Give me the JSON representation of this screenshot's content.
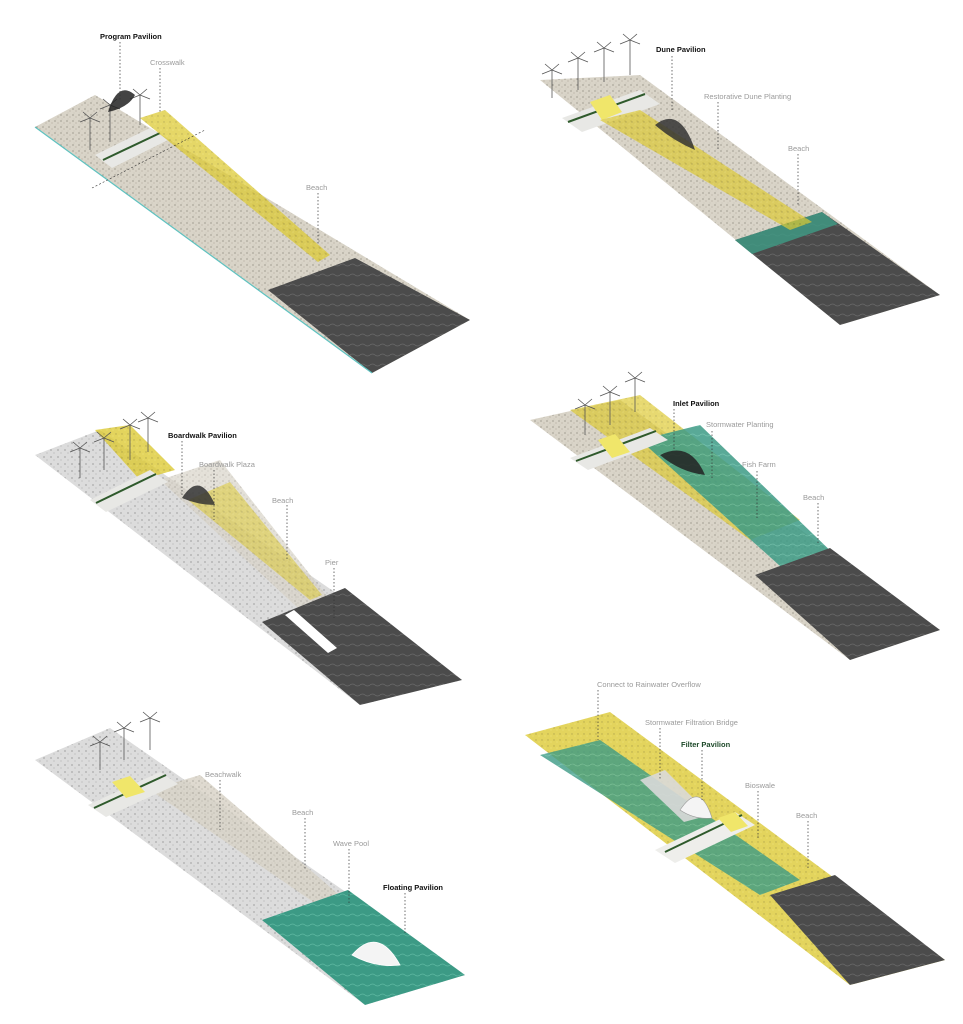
{
  "colors": {
    "sand": "#d8d2c4",
    "sand_speck": "#8a8478",
    "yellow": "#e8d63a",
    "water_dark": "#4a4a4a",
    "water_teal": "#3f9c86",
    "road": "#e9e9e6",
    "road_green": "#2f5a2c",
    "outline_teal": "#5ec2c0"
  },
  "panels": [
    {
      "id": "program",
      "labels": {
        "title": "Program Pavilion",
        "crosswalk": "Crosswalk",
        "beach": "Beach"
      }
    },
    {
      "id": "dune",
      "labels": {
        "title": "Dune Pavilion",
        "planting": "Restorative Dune Planting",
        "beach": "Beach"
      }
    },
    {
      "id": "boardwalk",
      "labels": {
        "title": "Boardwalk Pavilion",
        "plaza": "Boardwalk Plaza",
        "beach": "Beach",
        "pier": "Pier"
      }
    },
    {
      "id": "inlet",
      "labels": {
        "title": "Inlet Pavilion",
        "planting": "Stormwater Planting",
        "fish": "Fish Farm",
        "beach": "Beach"
      }
    },
    {
      "id": "floating",
      "labels": {
        "beachwalk": "Beachwalk",
        "beach": "Beach",
        "wavepool": "Wave Pool",
        "title": "Floating Pavilion"
      }
    },
    {
      "id": "filter",
      "labels": {
        "overflow": "Connect to Rainwater Overflow",
        "bridge": "Stormwater Filtration Bridge",
        "title": "Filter Pavilion",
        "bioswale": "Bioswale",
        "beach": "Beach"
      }
    }
  ]
}
